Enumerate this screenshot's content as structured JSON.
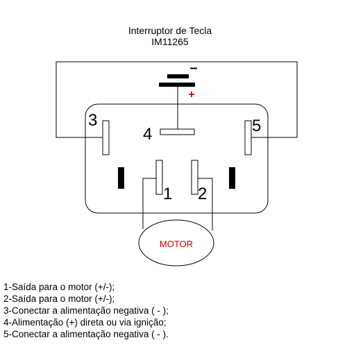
{
  "title": {
    "line1": "Interruptor de Tecla",
    "line2": "IM11265"
  },
  "battery": {
    "negative_symbol": "–",
    "positive_symbol": "+",
    "positive_color": "#cc0000"
  },
  "terminals": {
    "t1": "1",
    "t2": "2",
    "t3": "3",
    "t4": "4",
    "t5": "5"
  },
  "motor": {
    "label": "MOTOR",
    "label_color": "#cc0000"
  },
  "legend": [
    "1-Saída para o motor (+/-);",
    "2-Saída para o motor (+/-);",
    "3-Conectar a alimentação negativa ( - );",
    "4-Alimentação (+) direta ou via ignição;",
    "5-Conectar a alimentação negativa ( - )."
  ]
}
